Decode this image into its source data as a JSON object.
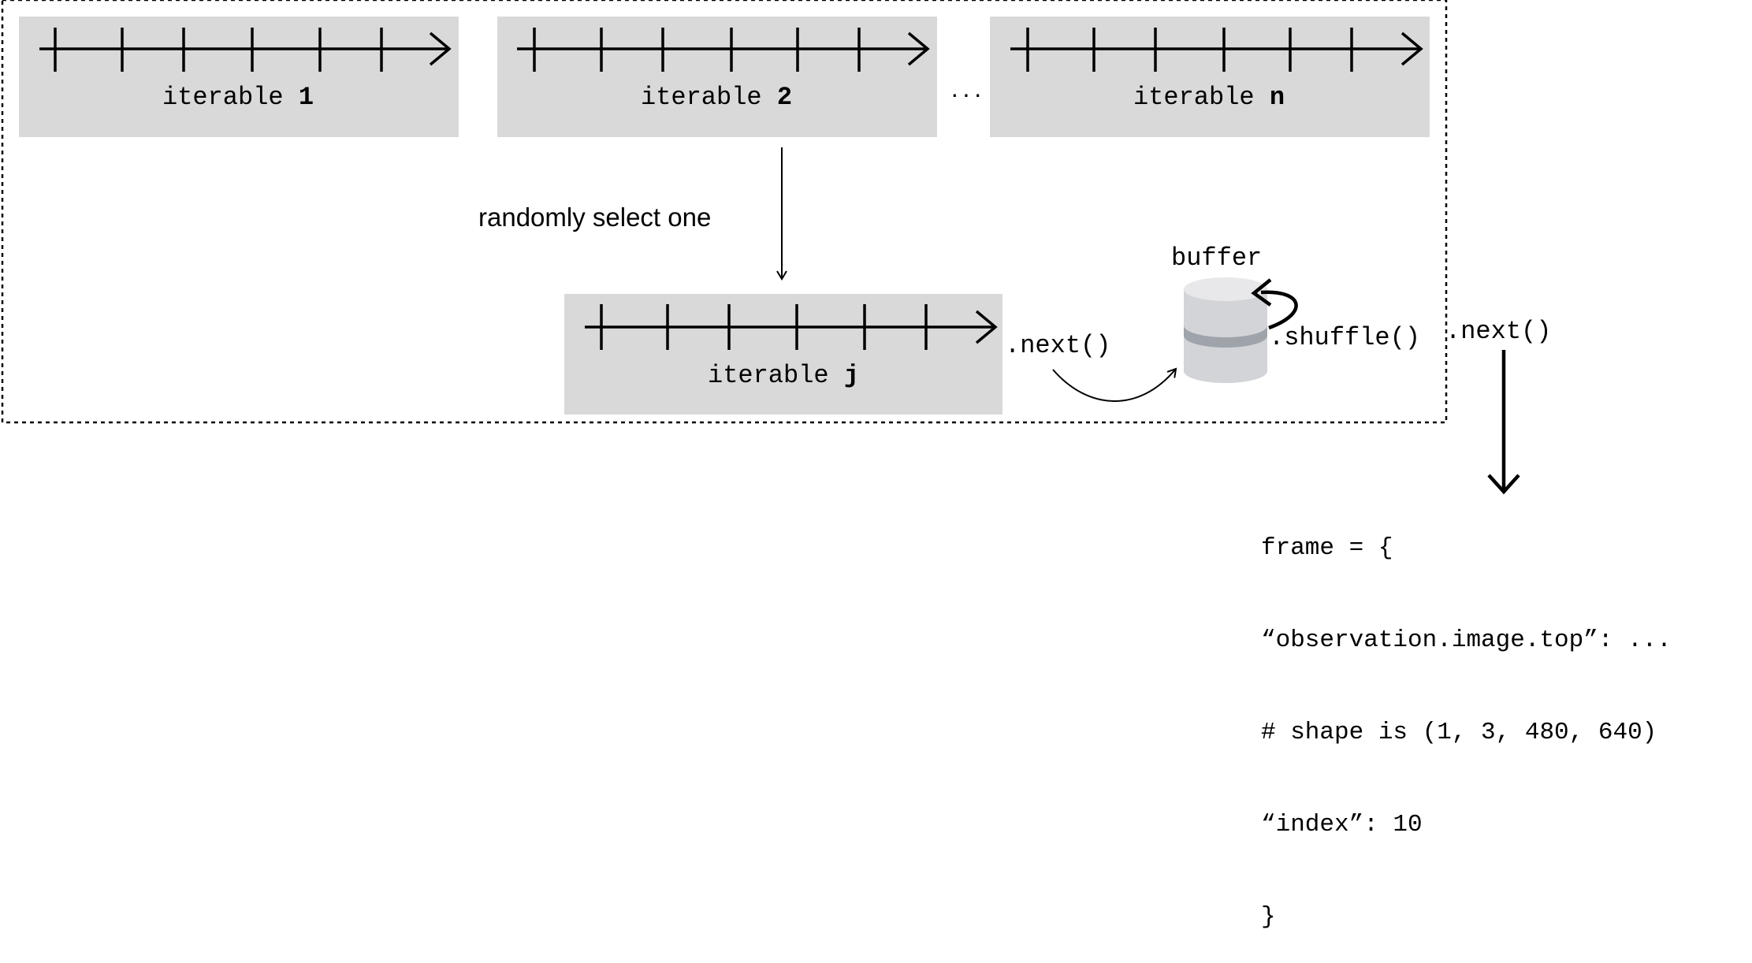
{
  "iterables": [
    {
      "prefix": "iterable ",
      "index": "1"
    },
    {
      "prefix": "iterable ",
      "index": "2"
    },
    {
      "prefix": "iterable ",
      "index": "n"
    }
  ],
  "ellipsis": "···",
  "selected": {
    "prefix": "iterable ",
    "index": "j"
  },
  "select_label": "randomly select one",
  "next_label_1": ".next()",
  "buffer_label": "buffer",
  "shuffle_label": ".shuffle()",
  "next_label_2": ".next()",
  "frame_lines": [
    "frame = {",
    "“observation.image.top”: ...",
    "# shape is (1, 3, 480, 640)",
    "“index”: 10",
    "}"
  ],
  "colors": {
    "box_fill": "#d9d9d9",
    "buffer_top": "#e8e8ea",
    "buffer_body": "#d2d4d8",
    "buffer_band": "#9fa3aa"
  }
}
